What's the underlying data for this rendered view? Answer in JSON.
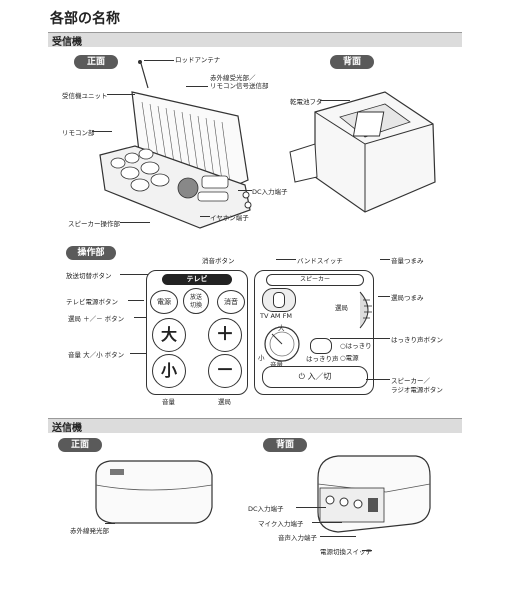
{
  "page_title": "各部の名称",
  "receiver": {
    "section_title": "受信機",
    "front": {
      "tab": "正面",
      "labels": {
        "rod_antenna": "ロッドアンテナ",
        "ir_receiver_line1": "赤外線受光部／",
        "ir_receiver_line2": "リモコン信号送信部",
        "receiver_unit": "受信機ユニット",
        "remote_part": "リモコン部",
        "dc_jack": "DC入力端子",
        "earphone_jack": "イヤホン端子",
        "speaker_controls": "スピーカー操作部"
      }
    },
    "back": {
      "tab": "背面",
      "labels": {
        "battery_cover": "乾電池フタ"
      }
    }
  },
  "controls": {
    "section_title": "操作部",
    "left_labels": {
      "broadcast_switch": "放送切替ボタン",
      "tv_power": "テレビ電源ボタン",
      "channel": "選局 ＋／－ ボタン",
      "volume": "音量 大／小 ボタン",
      "mute": "消音ボタン"
    },
    "panel": {
      "header": "テレビ",
      "power_button": "電源",
      "broadcast_button_line1": "放送",
      "broadcast_button_line2": "切換",
      "mute_button": "消音",
      "vol_up": "大",
      "vol_down": "小",
      "ch_up": "＋",
      "ch_down": "－",
      "volume_caption": "音量",
      "channel_caption": "選局"
    },
    "speaker_panel": {
      "header": "スピーカー",
      "band_labels": "TV AM FM",
      "tuning_label": "選局",
      "volume_label": "音量",
      "clear_voice": "はっきり声",
      "indicator_power_on": "○電源",
      "indicator_clear": "○はっきり",
      "dial_min": "小",
      "dial_max": "大",
      "power_button": "入／切"
    },
    "right_labels": {
      "band_switch": "バンドスイッチ",
      "volume_knob": "音量つまみ",
      "tuning_knob": "選局つまみ",
      "clear_voice_button": "はっきり声ボタン",
      "speaker_radio_power_line1": "スピーカー／",
      "speaker_radio_power_line2": "ラジオ電源ボタン"
    }
  },
  "transmitter": {
    "section_title": "送信機",
    "front": {
      "tab": "正面",
      "labels": {
        "ir_emitter": "赤外線発光部"
      }
    },
    "back": {
      "tab": "背面",
      "labels": {
        "dc_jack": "DC入力端子",
        "mic_jack": "マイク入力端子",
        "audio_jack": "音声入力端子",
        "power_switch": "電源切換スイッチ"
      }
    }
  }
}
